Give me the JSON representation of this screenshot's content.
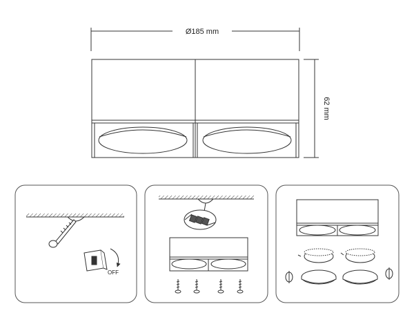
{
  "dimensions": {
    "width_label": "Ø185 mm",
    "height_label": "62 mm"
  },
  "steps": [
    {
      "icons": [
        "ceiling-icon",
        "screw-anchor-icon",
        "light-switch-icon",
        "rotate-arrow-icon"
      ],
      "switch_label": "OFF"
    },
    {
      "icons": [
        "ceiling-icon",
        "wire-connector-icon",
        "luminaire-icon",
        "screw-icon"
      ]
    },
    {
      "icons": [
        "luminaire-icon",
        "lamp-module-icon",
        "rotate-arrow-icon"
      ]
    }
  ],
  "colors": {
    "line": "#333333",
    "panel_border": "#555555"
  }
}
